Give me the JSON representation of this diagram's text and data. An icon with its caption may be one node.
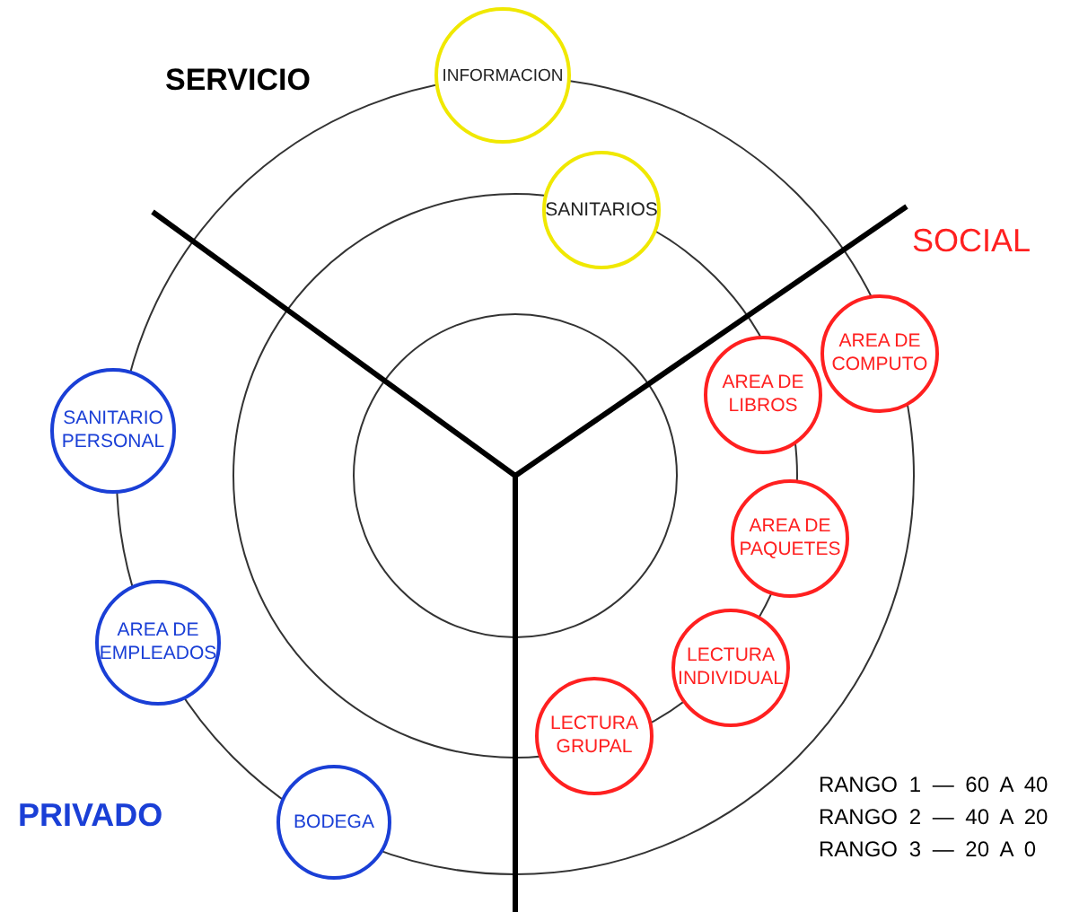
{
  "diagram": {
    "nodes": [
      {
        "text": [
          "INFORMACION"
        ]
      },
      {
        "text": [
          "SANITARIOS"
        ]
      },
      {
        "text": [
          "AREA DE COMPUTO"
        ]
      },
      {
        "text": [
          "AREA DE LIBROS"
        ]
      },
      {
        "text": [
          "AREA DE PAQUETES"
        ]
      },
      {
        "text": [
          "LECTURA INDIVIDUAL"
        ]
      },
      {
        "text": [
          "LECTURA GRUPAL"
        ]
      },
      {
        "text": [
          "SANITARIO PERSONAL"
        ]
      },
      {
        "text": [
          "AREA DE EMPLEADOS"
        ]
      },
      {
        "text": [
          "BODEGA"
        ]
      }
    ],
    "labels": [
      "SERVICIO",
      "SOCIAL",
      "PRIVADO",
      "RANGO 1 — 60 A 40",
      "RANGO 2 — 40 A 20",
      "RANGO 3 — 20 A 0"
    ]
  }
}
